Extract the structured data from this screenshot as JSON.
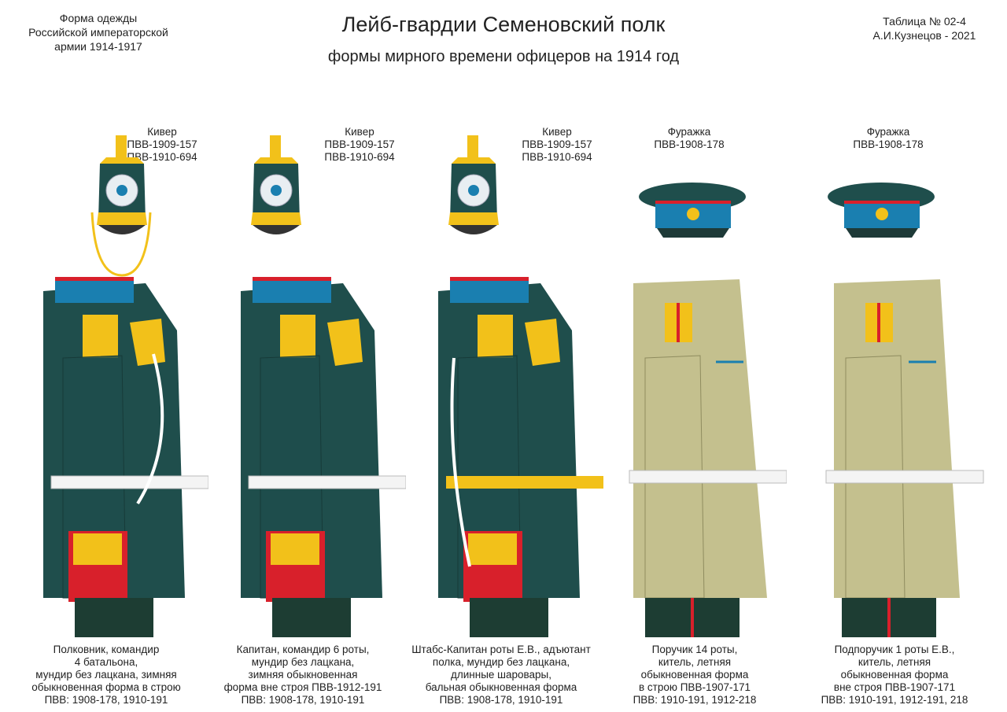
{
  "header": {
    "left": [
      "Форма одежды",
      "Российской императорской",
      "армии  1914-1917"
    ],
    "title": "Лейб-гвардии Семеновский полк",
    "subtitle": "формы мирного времени офицеров на 1914 год",
    "right": [
      "Таблица №  02-4",
      "А.И.Кузнецов - 2021"
    ]
  },
  "colors": {
    "tunic_green": "#1f4e4c",
    "summer_khaki": "#c4c08e",
    "collar_blue": "#1a7fb0",
    "gold": "#f2c11a",
    "red": "#d8202b",
    "trousers": "#1d3d33"
  },
  "figures": [
    {
      "headgear": [
        "Кивер",
        "ПВВ-1909-157",
        "ПВВ-1910-694"
      ],
      "caption": [
        "Полковник, командир",
        "4 батальона,",
        "мундир без лацкана, зимняя",
        "обыкновенная форма в строю",
        "ПВВ: 1908-178, 1910-191"
      ]
    },
    {
      "headgear": [
        "Кивер",
        "ПВВ-1909-157",
        "ПВВ-1910-694"
      ],
      "caption": [
        "Капитан, командир 6 роты,",
        "мундир без лацкана,",
        "зимняя обыкновенная",
        "форма вне строя ПВВ-1912-191",
        "ПВВ: 1908-178, 1910-191"
      ]
    },
    {
      "headgear": [
        "Кивер",
        "ПВВ-1909-157",
        "ПВВ-1910-694"
      ],
      "caption": [
        "Штабс-Капитан роты Е.В., адъютант",
        "полка, мундир без лацкана,",
        "длинные шаровары,",
        "бальная обыкновенная форма",
        "ПВВ: 1908-178, 1910-191"
      ]
    },
    {
      "headgear": [
        "Фуражка",
        "ПВВ-1908-178"
      ],
      "caption": [
        "Поручик 14 роты,",
        "китель, летняя",
        "обыкновенная форма",
        "в строю ПВВ-1907-171",
        "ПВВ: 1910-191, 1912-218"
      ]
    },
    {
      "headgear": [
        "Фуражка",
        "ПВВ-1908-178"
      ],
      "caption": [
        "Подпоручик 1 роты Е.В.,",
        "китель, летняя",
        "обыкновенная форма",
        "вне строя ПВВ-1907-171",
        "ПВВ: 1910-191, 1912-191, 218"
      ]
    }
  ]
}
